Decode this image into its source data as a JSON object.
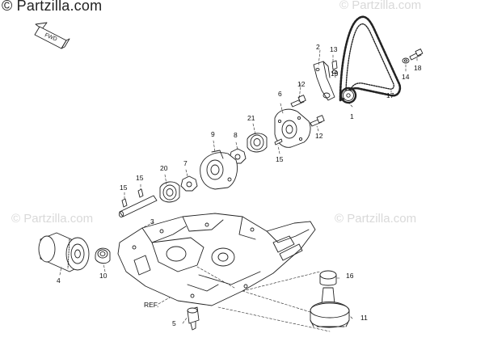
{
  "header": {
    "logo_text": "© Partzilla.com"
  },
  "watermark": {
    "text": "© Partzilla.com"
  },
  "direction_marker": {
    "text": "FWD"
  },
  "reference": {
    "text": "REF."
  },
  "callouts": {
    "p1": "1",
    "p2": "2",
    "p3": "3",
    "p4": "4",
    "p5": "5",
    "p6": "6",
    "p7": "7",
    "p8": "8",
    "p9": "9",
    "p10": "10",
    "p11": "11",
    "p12a": "12",
    "p12b": "12",
    "p13": "13",
    "p14": "14",
    "p15a": "15",
    "p15b": "15",
    "p15c": "15",
    "p16": "16",
    "p17": "17",
    "p18": "18",
    "p19": "19",
    "p20": "20",
    "p21": "21"
  },
  "colors": {
    "line": "#222222",
    "fill": "#ffffff",
    "watermark": "#d9d9d9"
  }
}
